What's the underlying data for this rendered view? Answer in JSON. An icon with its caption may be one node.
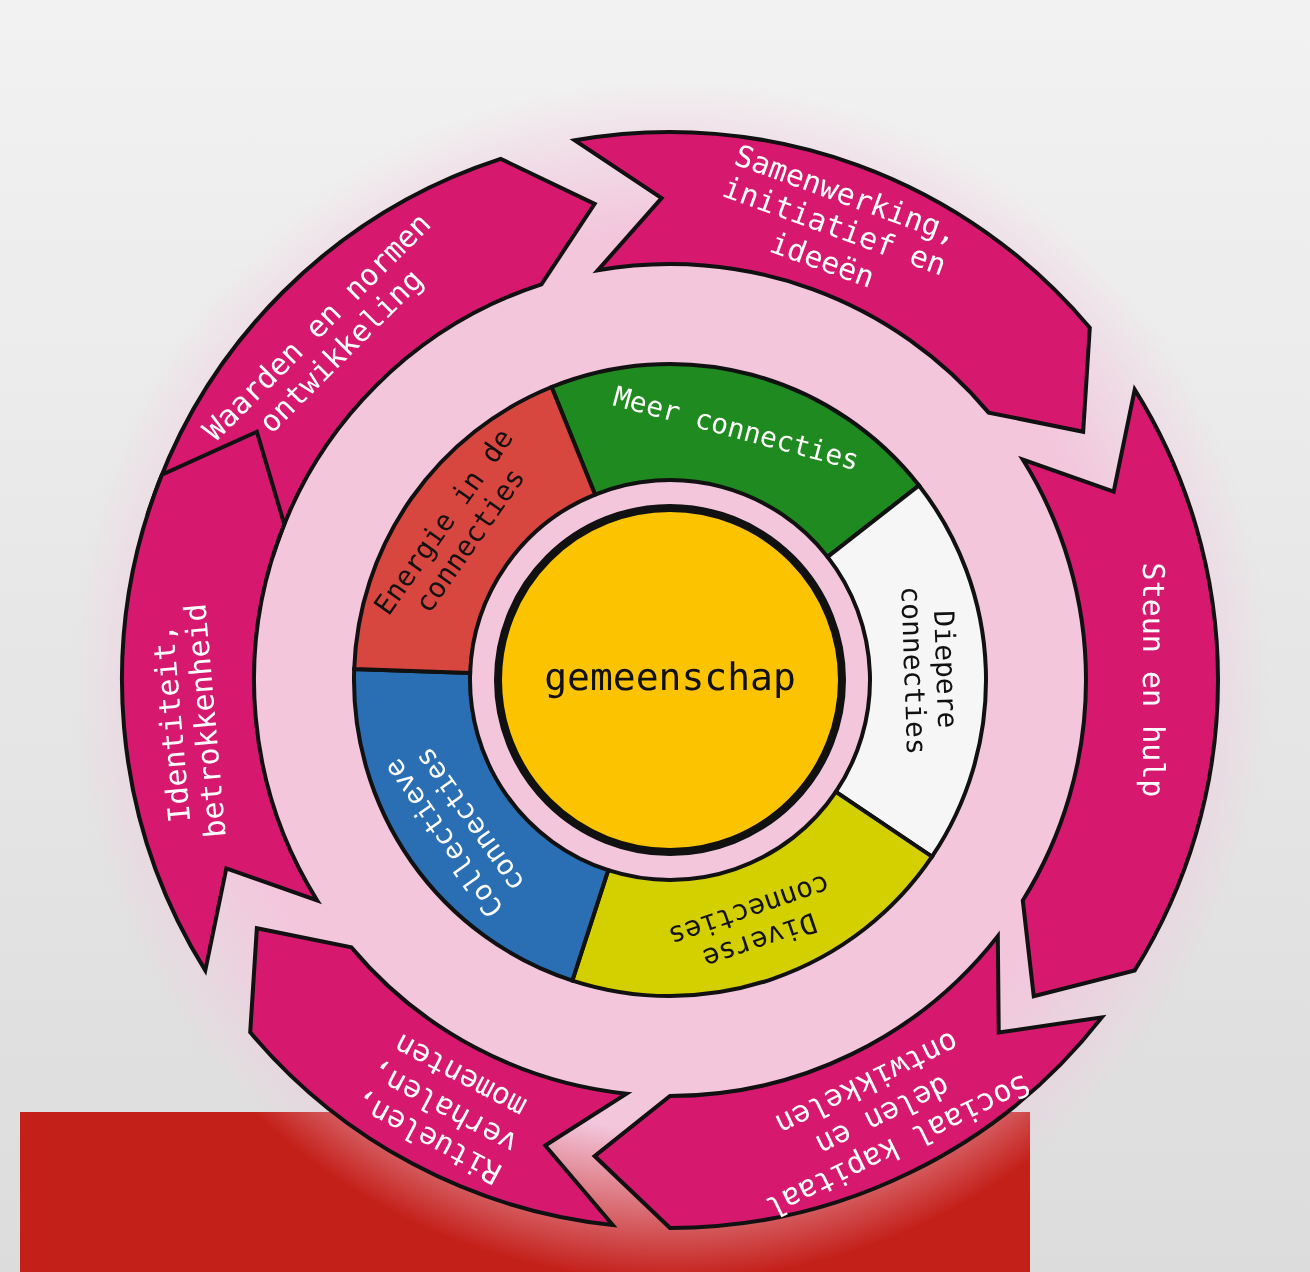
{
  "diagram": {
    "nodes": [
      {
        "text": [
          "gemeenschap"
        ]
      },
      {
        "text": [
          "Meer connecties"
        ]
      },
      {
        "text": [
          "Diepere connecties"
        ]
      },
      {
        "text": [
          "Diverse connecties"
        ]
      },
      {
        "text": [
          "Collectieve connecties"
        ]
      },
      {
        "text": [
          "Energie in de connecties"
        ]
      },
      {
        "text": [
          "Waarden en normen ontwikkeling"
        ]
      },
      {
        "text": [
          "Samenwerking, initiatief en ideeën"
        ]
      },
      {
        "text": [
          "Steun en hulp"
        ]
      },
      {
        "text": [
          "Sociaal kapitaal delen en ontwikkelen"
        ]
      },
      {
        "text": [
          "Rituelen, verhalen, momenten"
        ]
      },
      {
        "text": [
          "Identiteit, betrokkenheid"
        ]
      }
    ]
  }
}
